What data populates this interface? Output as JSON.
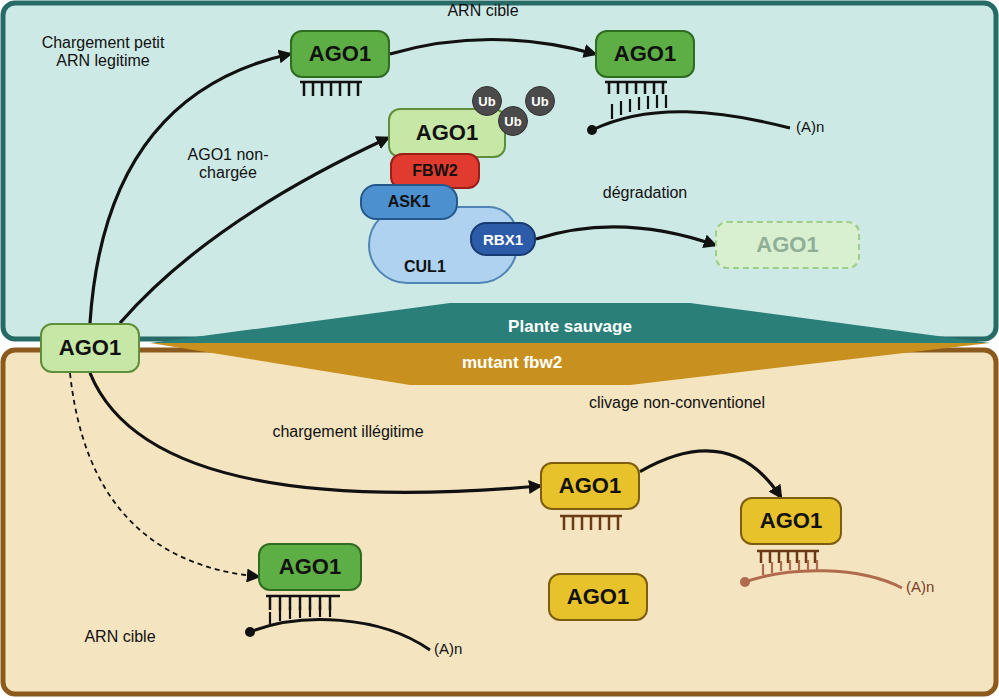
{
  "diagram": {
    "nodes": [
      {
        "text": [
          "AGO1"
        ]
      },
      {
        "text": [
          "AGO1"
        ]
      },
      {
        "text": [
          "AGO1"
        ]
      },
      {
        "text": [
          "AGO1"
        ]
      },
      {
        "text": [
          "Ub"
        ]
      },
      {
        "text": [
          "Ub"
        ]
      },
      {
        "text": [
          "Ub"
        ]
      },
      {
        "text": [
          "FBW2"
        ]
      },
      {
        "text": [
          "CUL1"
        ]
      },
      {
        "text": [
          "ASK1"
        ]
      },
      {
        "text": [
          "RBX1"
        ]
      },
      {
        "text": [
          "AGO1"
        ]
      },
      {
        "text": [
          "Plante sauvage"
        ]
      },
      {
        "text": [
          "mutant fbw2"
        ]
      },
      {
        "text": [
          "AGO1"
        ]
      },
      {
        "text": [
          "AGO1"
        ]
      },
      {
        "text": [
          "AGO1"
        ]
      },
      {
        "text": [
          "AGO1"
        ]
      }
    ],
    "edges": [
      {
        "from": 0,
        "to": 1,
        "label": "Chargement petit ARN legitime",
        "arrow": "to"
      },
      {
        "from": 1,
        "to": 2,
        "label": "ARN cible",
        "arrow": "to"
      },
      {
        "from": 0,
        "to": 3,
        "label": "AGO1 non-chargée",
        "arrow": "to"
      },
      {
        "from": 10,
        "to": 11,
        "label": "dégradation",
        "arrow": "to"
      },
      {
        "from": 0,
        "to": 15,
        "label": "chargement illégitime",
        "arrow": "to"
      },
      {
        "from": 0,
        "to": 14,
        "label": "ARN cible",
        "arrow": "to"
      },
      {
        "from": 15,
        "to": 17,
        "label": "clivage non-conventionel",
        "arrow": "to"
      }
    ],
    "labels": [
      "(A)n",
      "(A)n",
      "(A)n"
    ]
  }
}
